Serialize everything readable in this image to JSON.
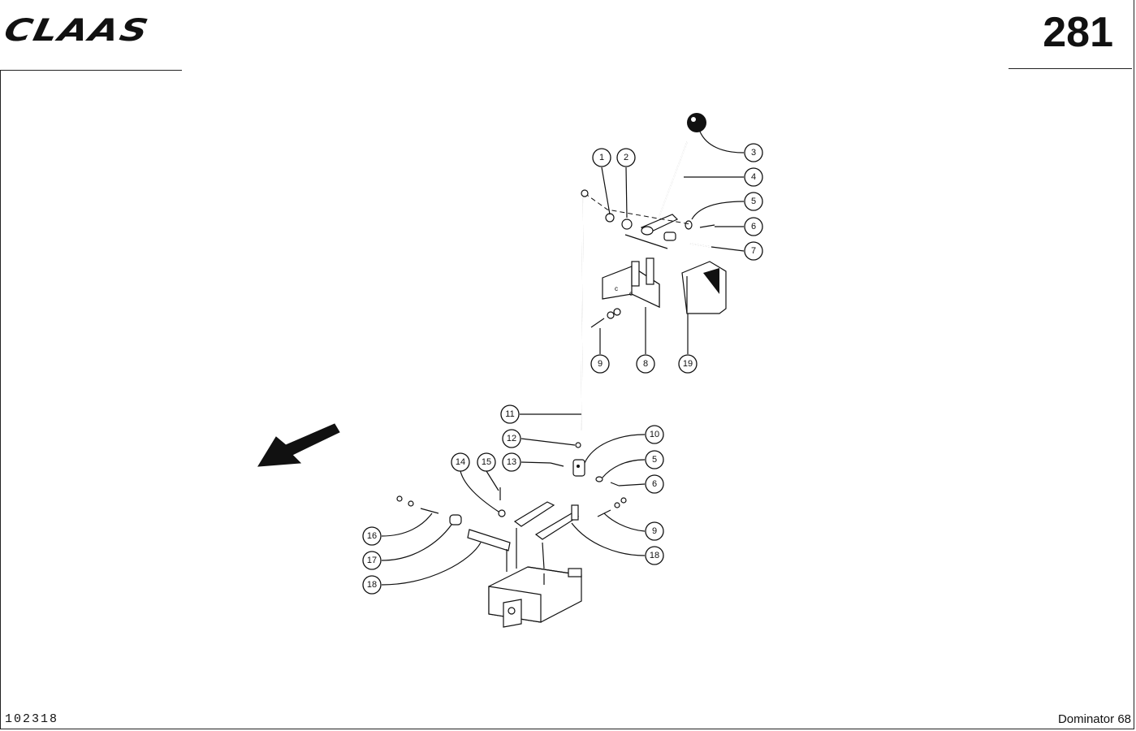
{
  "header": {
    "brand": "CLAAS",
    "page_number": "281"
  },
  "footer": {
    "document_id": "102318",
    "model": "Dominator 68"
  },
  "callouts": [
    "1",
    "2",
    "3",
    "4",
    "5",
    "6",
    "7",
    "8",
    "9",
    "19",
    "11",
    "12",
    "10",
    "13",
    "5",
    "6",
    "14",
    "15",
    "16",
    "17",
    "18",
    "9",
    "18"
  ],
  "icons": {
    "direction_arrow": "travel-direction-arrow-icon"
  }
}
